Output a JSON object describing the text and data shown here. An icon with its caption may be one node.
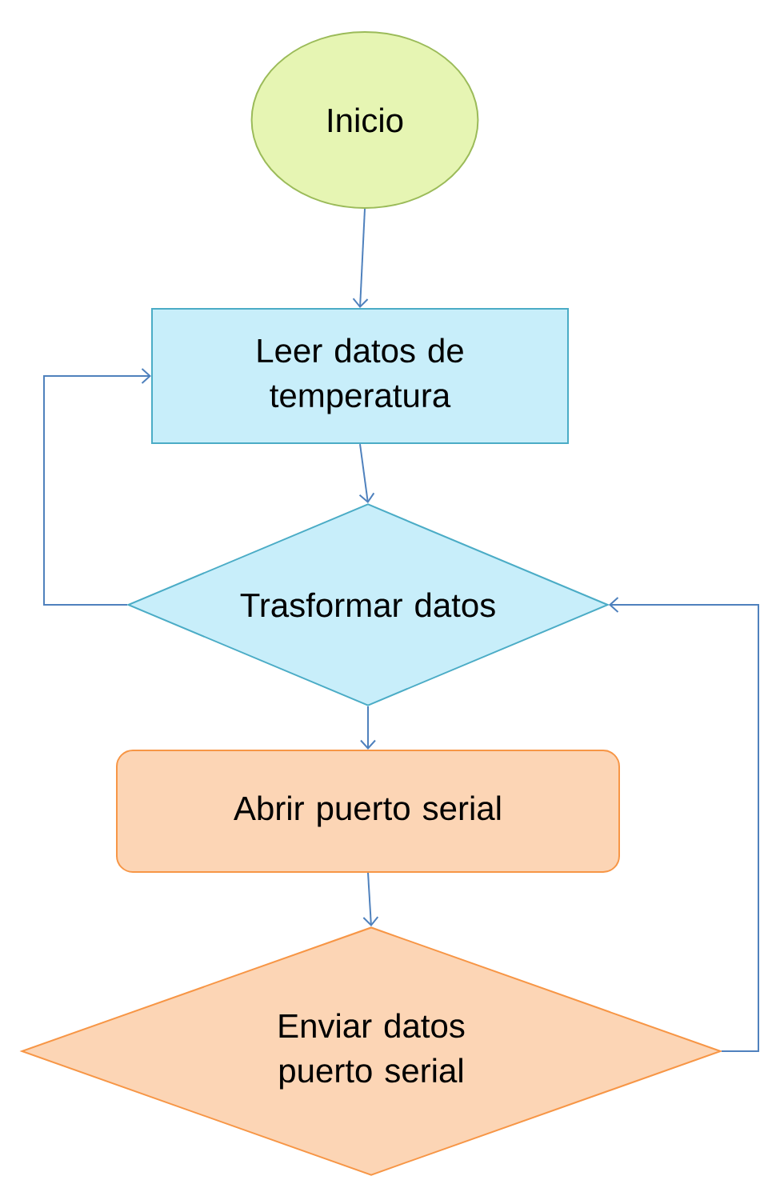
{
  "diagram": {
    "nodes": [
      {
        "text": [
          "Inicio"
        ]
      },
      {
        "text": [
          "Leer datos de temperatura"
        ]
      },
      {
        "text": [
          "Trasformar datos"
        ]
      },
      {
        "text": [
          "Abrir puerto serial"
        ]
      },
      {
        "text": [
          "Enviar datos puerto serial"
        ]
      }
    ],
    "edges": [
      {
        "from": 0,
        "to": 1,
        "arrow": "to"
      },
      {
        "from": 1,
        "to": 2,
        "arrow": "to"
      },
      {
        "from": 2,
        "to": 1,
        "arrow": "to"
      },
      {
        "from": 2,
        "to": 3,
        "arrow": "to"
      },
      {
        "from": 3,
        "to": 4,
        "arrow": "to"
      },
      {
        "from": 4,
        "to": 2,
        "arrow": "to"
      }
    ]
  }
}
